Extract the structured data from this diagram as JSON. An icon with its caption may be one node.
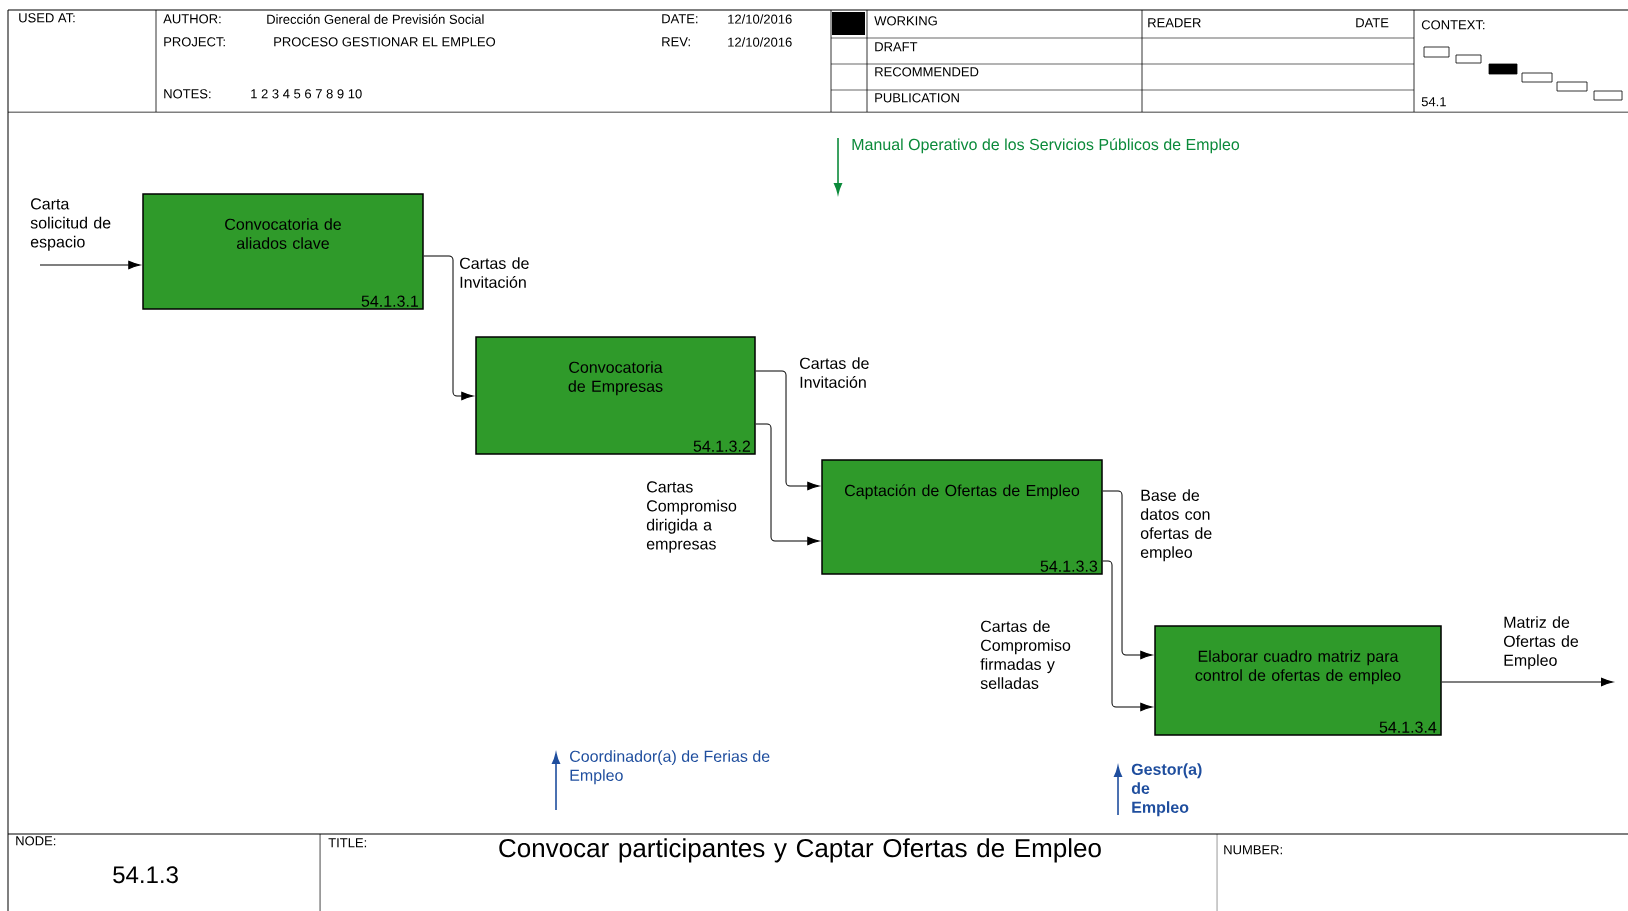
{
  "diagram": {
    "title": "Convocar participantes y Captar Ofertas de Empleo",
    "nodes": [
      {
        "text": [
          "Convocatoria de aliados clave",
          "54.1.3.1"
        ]
      },
      {
        "text": [
          "Convocatoria de Empresas",
          "54.1.3.2"
        ]
      },
      {
        "text": [
          "Captación de Ofertas de Empleo",
          "54.1.3.3"
        ]
      },
      {
        "text": [
          "Elaborar cuadro matriz para control de ofertas de empleo",
          "54.1.3.4"
        ]
      },
      {
        "text": [
          "Manual Operativo de los Servicios Públicos de Empleo"
        ]
      },
      {
        "text": [
          "Coordinador(a) de Ferias de Empleo"
        ]
      },
      {
        "text": [
          "Gestor(a) de Empleo"
        ]
      }
    ],
    "edges": [
      {
        "from": null,
        "to": 0,
        "arrow": "to",
        "label": "Carta solicitud de espacio"
      },
      {
        "from": 0,
        "to": 1,
        "arrow": "to",
        "label": "Cartas de Invitación"
      },
      {
        "from": 1,
        "to": 2,
        "arrow": "to",
        "label": "Cartas de Invitación"
      },
      {
        "from": 1,
        "to": 2,
        "arrow": "to",
        "label": "Cartas Compromiso dirigida a empresas"
      },
      {
        "from": 2,
        "to": 3,
        "arrow": "to",
        "label": "Base de datos con ofertas de empleo"
      },
      {
        "from": 2,
        "to": 3,
        "arrow": "to",
        "label": "Cartas de Compromiso firmadas y selladas"
      },
      {
        "from": 3,
        "to": null,
        "arrow": "to",
        "label": "Matriz de Ofertas de Empleo"
      },
      {
        "from": 4,
        "to": null,
        "arrow": "to",
        "color": "#0b8a3a"
      },
      {
        "from": null,
        "to": 5,
        "arrow": "to",
        "color": "#1f4e9e"
      },
      {
        "from": null,
        "to": 6,
        "arrow": "to",
        "color": "#1f4e9e"
      }
    ],
    "labels": [
      "USED AT:",
      "AUTHOR:",
      "Dirección General de Previsión Social",
      "DATE:",
      "12/10/2016",
      "PROJECT:",
      "PROCESO GESTIONAR EL EMPLEO",
      "REV:",
      "12/10/2016",
      "NOTES:",
      "1 2 3 4 5 6 7 8 9 10",
      "WORKING",
      "READER",
      "DATE",
      "CONTEXT:",
      "DRAFT",
      "RECOMMENDED",
      "PUBLICATION",
      "54.1",
      "NODE:",
      "54.1.3",
      "TITLE:",
      "NUMBER:"
    ]
  }
}
